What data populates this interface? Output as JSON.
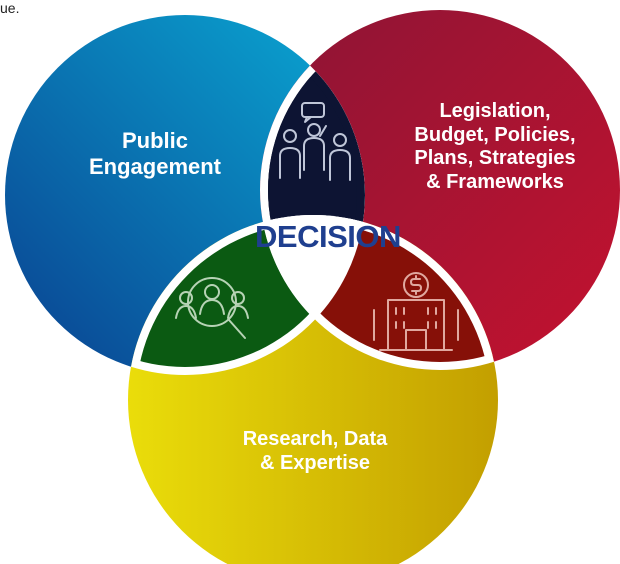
{
  "caption": "ue.",
  "circles": {
    "public_engagement": {
      "lines": [
        "Public",
        "Engagement"
      ],
      "color_start": "#0a3f8f",
      "color_end": "#0aa9d4"
    },
    "legislation": {
      "lines": [
        "Legislation,",
        "Budget, Policies,",
        "Plans, Strategies",
        "& Frameworks"
      ],
      "color_start": "#8c1535",
      "color_end": "#c4122f"
    },
    "research": {
      "lines": [
        "Research, Data",
        "& Expertise"
      ],
      "color_start": "#eadd0a",
      "color_end": "#c39f00"
    }
  },
  "overlaps": {
    "top": {
      "color": "#0d1433",
      "icon": "people-speech-icon"
    },
    "left": {
      "color": "#0b5a12",
      "icon": "magnify-people-icon"
    },
    "right": {
      "color": "#861008",
      "icon": "building-dollar-icon"
    }
  },
  "center": {
    "label": "DECISION",
    "color": "#1f3f8f"
  }
}
